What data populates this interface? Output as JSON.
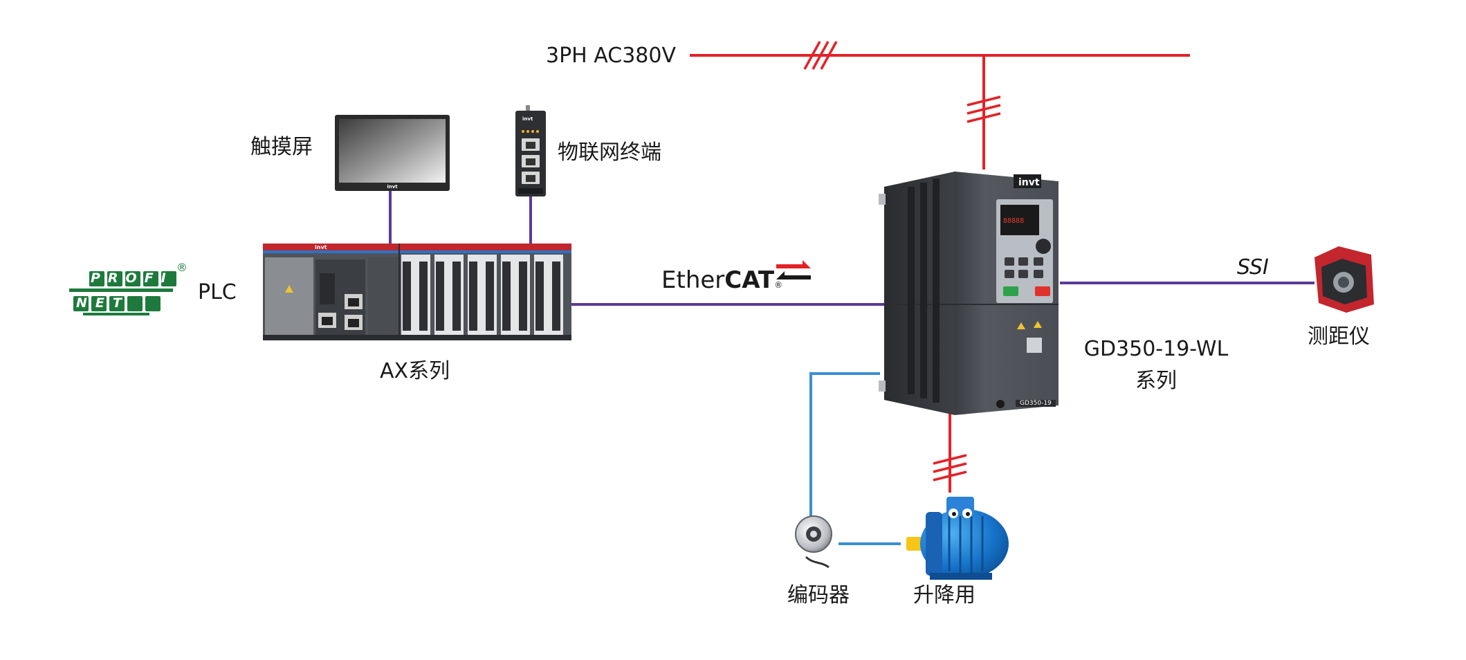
{
  "power": {
    "label": "3PH AC380V",
    "color": "#e32227"
  },
  "bus": {
    "color": "#5b3a96",
    "signal_color": "#3a8fd3"
  },
  "devices": {
    "touchscreen": {
      "label": "触摸屏",
      "logo": "invt"
    },
    "iot_terminal": {
      "label": "物联网终端",
      "logo": "invt"
    },
    "plc": {
      "label": "PLC",
      "series_label": "AX系列",
      "logo": "invt"
    },
    "profinet": {
      "top": "PROFI",
      "bottom": "NET",
      "mark": "®",
      "color": "#1d7a3c"
    },
    "ethercat": {
      "prefix": "Ether",
      "bold": "CAT",
      "mark": "®",
      "arrow_color": "#e32227"
    },
    "inverter": {
      "model": "GD350-19-WL",
      "series": "系列",
      "logo": "invt",
      "nameplate": "GD350-19"
    },
    "ssi": {
      "label": "SSI"
    },
    "rangefinder": {
      "label": "测距仪"
    },
    "encoder": {
      "label": "编码器"
    },
    "motor": {
      "label": "升降用"
    }
  },
  "icons": [
    "invt-logo",
    "warning-icon",
    "run-key-icon",
    "stop-key-icon",
    "knob-icon",
    "rj45-port-icon"
  ]
}
